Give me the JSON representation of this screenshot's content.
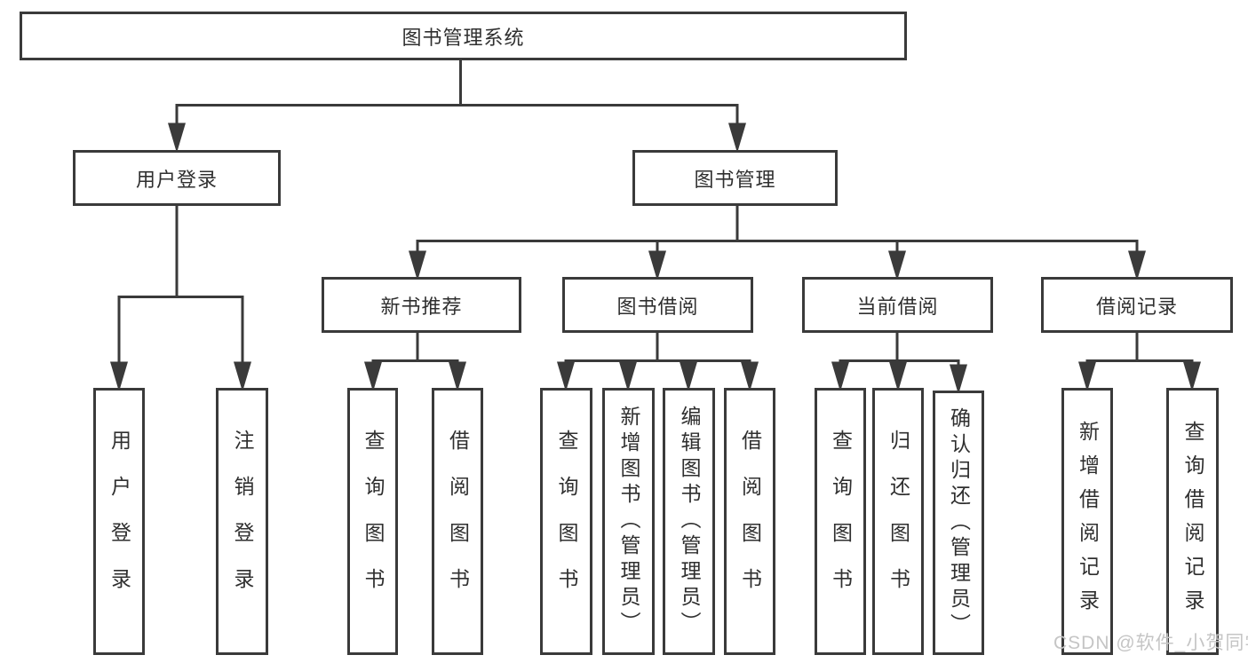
{
  "tree": {
    "root": {
      "label": "图书管理系统"
    },
    "level2": [
      {
        "label": "用户登录"
      },
      {
        "label": "图书管理"
      }
    ],
    "level3": [
      {
        "label": "新书推荐"
      },
      {
        "label": "图书借阅"
      },
      {
        "label": "当前借阅"
      },
      {
        "label": "借阅记录"
      }
    ],
    "leaves": [
      {
        "label": "用户登录",
        "parent": "用户登录"
      },
      {
        "label": "注销登录",
        "parent": "用户登录"
      },
      {
        "label": "查询图书",
        "parent": "新书推荐"
      },
      {
        "label": "借阅图书",
        "parent": "新书推荐"
      },
      {
        "label": "查询图书",
        "parent": "图书借阅"
      },
      {
        "label": "新增图书（管理员）",
        "parent": "图书借阅"
      },
      {
        "label": "编辑图书（管理员）",
        "parent": "图书借阅"
      },
      {
        "label": "借阅图书",
        "parent": "图书借阅"
      },
      {
        "label": "查询图书",
        "parent": "当前借阅"
      },
      {
        "label": "归还图书",
        "parent": "当前借阅"
      },
      {
        "label": "确认归还（管理员）",
        "parent": "当前借阅"
      },
      {
        "label": "新增借阅记录",
        "parent": "借阅记录"
      },
      {
        "label": "查询借阅记录",
        "parent": "借阅记录"
      }
    ]
  },
  "watermark": {
    "text": "CSDN @软件_小贺同学"
  },
  "colors": {
    "line": "#3a3a3a",
    "text": "#2f2f2f",
    "watermark": "#c5c5c5",
    "bg": "#ffffff"
  }
}
